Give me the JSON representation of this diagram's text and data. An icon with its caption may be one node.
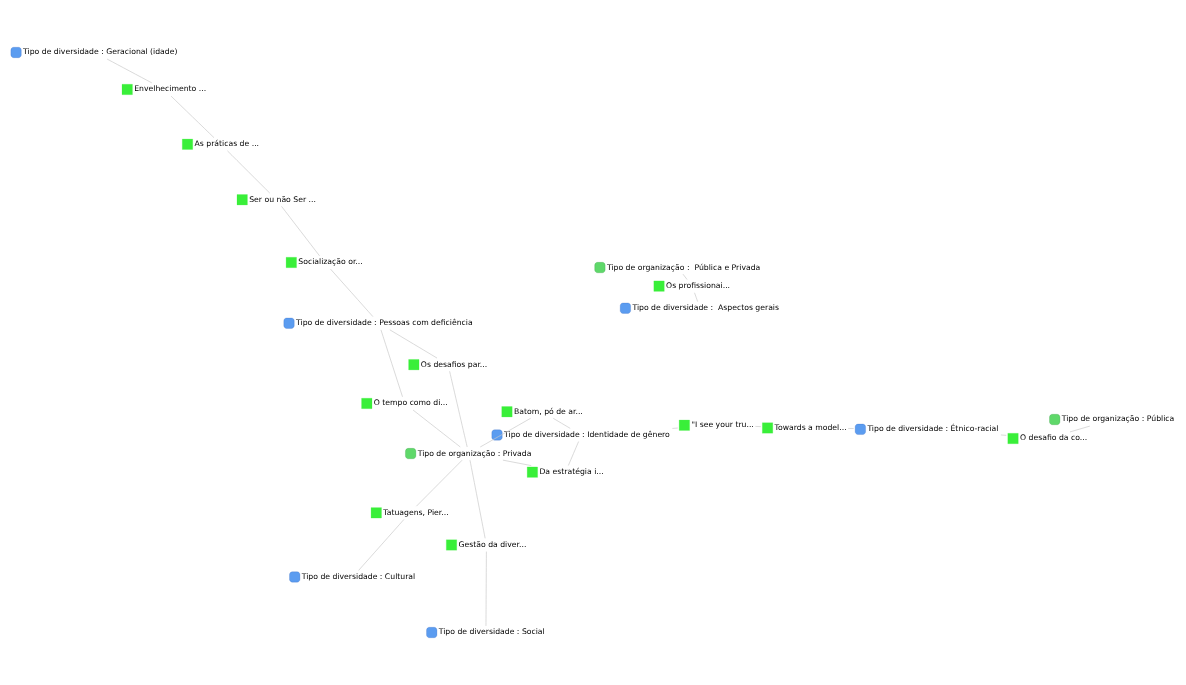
{
  "diagram": {
    "nodes": [
      {
        "text": [
          "Tipo de diversidade : Cultural"
        ]
      },
      {
        "text": [
          "Os desafios par..."
        ]
      },
      {
        "text": [
          "Tatuagens, Pier..."
        ]
      },
      {
        "text": [
          "\"I see your tru..."
        ]
      },
      {
        "text": [
          "Gestão da diver..."
        ]
      },
      {
        "text": [
          "Batom, pó de ar..."
        ]
      },
      {
        "text": [
          "Tipo de organização : Privada"
        ]
      },
      {
        "text": [
          "Tipo de diversidade : Social"
        ]
      },
      {
        "text": [
          "Tipo de diversidade : Identidade de gênero"
        ]
      },
      {
        "text": [
          "Towards a model..."
        ]
      },
      {
        "text": [
          "As práticas de ..."
        ]
      },
      {
        "text": [
          "Da estratégia i..."
        ]
      },
      {
        "text": [
          "Tipo de diversidade : Étnico-racial"
        ]
      },
      {
        "text": [
          "Tipo de organização : Pública"
        ]
      },
      {
        "text": [
          "Ser ou não Ser ..."
        ]
      },
      {
        "text": [
          "O tempo como di..."
        ]
      },
      {
        "text": [
          "Tipo de organização :  Pública e Privada"
        ]
      },
      {
        "text": [
          "O desafio da co..."
        ]
      },
      {
        "text": [
          "Envelhecimento ..."
        ]
      },
      {
        "text": [
          "Os profissionai..."
        ]
      },
      {
        "text": [
          "Socialização or..."
        ]
      },
      {
        "text": [
          "Tipo de diversidade : Geracional (idade)"
        ]
      },
      {
        "text": [
          "Tipo de diversidade :  Aspectos gerais"
        ]
      },
      {
        "text": [
          "Tipo de diversidade : Pessoas com deficiência"
        ]
      }
    ],
    "edges": [
      {
        "from": 2,
        "to": 0,
        "arrow": "none"
      },
      {
        "from": 2,
        "to": 6,
        "arrow": "none"
      },
      {
        "from": 5,
        "to": 6,
        "arrow": "none"
      },
      {
        "from": 5,
        "to": 8,
        "arrow": "none"
      },
      {
        "from": 11,
        "to": 8,
        "arrow": "none"
      },
      {
        "from": 3,
        "to": 8,
        "arrow": "none"
      },
      {
        "from": 11,
        "to": 6,
        "arrow": "none"
      },
      {
        "from": 15,
        "to": 6,
        "arrow": "none"
      },
      {
        "from": 1,
        "to": 6,
        "arrow": "none"
      },
      {
        "from": 1,
        "to": 23,
        "arrow": "none"
      },
      {
        "from": 4,
        "to": 6,
        "arrow": "none"
      },
      {
        "from": 4,
        "to": 7,
        "arrow": "none"
      },
      {
        "from": 3,
        "to": 9,
        "arrow": "none"
      },
      {
        "from": 9,
        "to": 12,
        "arrow": "none"
      },
      {
        "from": 10,
        "to": 14,
        "arrow": "none"
      },
      {
        "from": 10,
        "to": 18,
        "arrow": "none"
      },
      {
        "from": 12,
        "to": 17,
        "arrow": "none"
      },
      {
        "from": 13,
        "to": 17,
        "arrow": "none"
      },
      {
        "from": 18,
        "to": 21,
        "arrow": "none"
      },
      {
        "from": 14,
        "to": 20,
        "arrow": "none"
      },
      {
        "from": 15,
        "to": 23,
        "arrow": "none"
      },
      {
        "from": 19,
        "to": 16,
        "arrow": "none"
      },
      {
        "from": 19,
        "to": 22,
        "arrow": "none"
      },
      {
        "from": 20,
        "to": 23,
        "arrow": "none"
      }
    ]
  }
}
